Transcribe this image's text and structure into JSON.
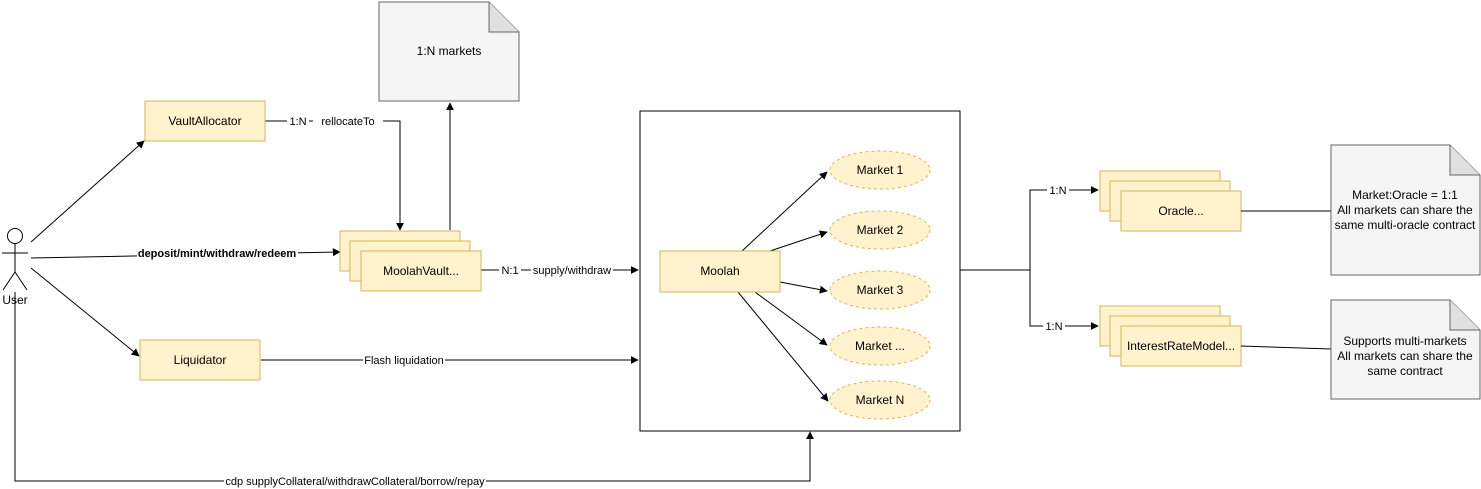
{
  "nodes": {
    "user": "User",
    "vault_allocator": "VaultAllocator",
    "moolah_vault": "MoolahVault...",
    "liquidator": "Liquidator",
    "moolah": "Moolah",
    "oracle": "Oracle...",
    "interest_rate_model": "InterestRateModel...",
    "markets": [
      "Market 1",
      "Market 2",
      "Market 3",
      "Market ...",
      "Market N"
    ]
  },
  "notes": {
    "markets_note": "1:N markets",
    "oracle_note": [
      "Market:Oracle = 1:1",
      "All markets can share the",
      "same multi-oracle contract"
    ],
    "irm_note": [
      "Supports multi-markets",
      "All markets can share the",
      "same contract"
    ]
  },
  "edges": {
    "allocator_ratio": "1:N",
    "allocator_action": "rellocateTo",
    "user_vault": "deposit/mint/withdraw/redeem",
    "vault_ratio": "N:1",
    "vault_action": "supply/withdraw",
    "liquidation": "Flash liquidation",
    "cdp": "cdp supplyCollateral/withdrawCollateral/borrow/repay",
    "oracle_ratio": "1:N",
    "irm_ratio": "1:N"
  }
}
